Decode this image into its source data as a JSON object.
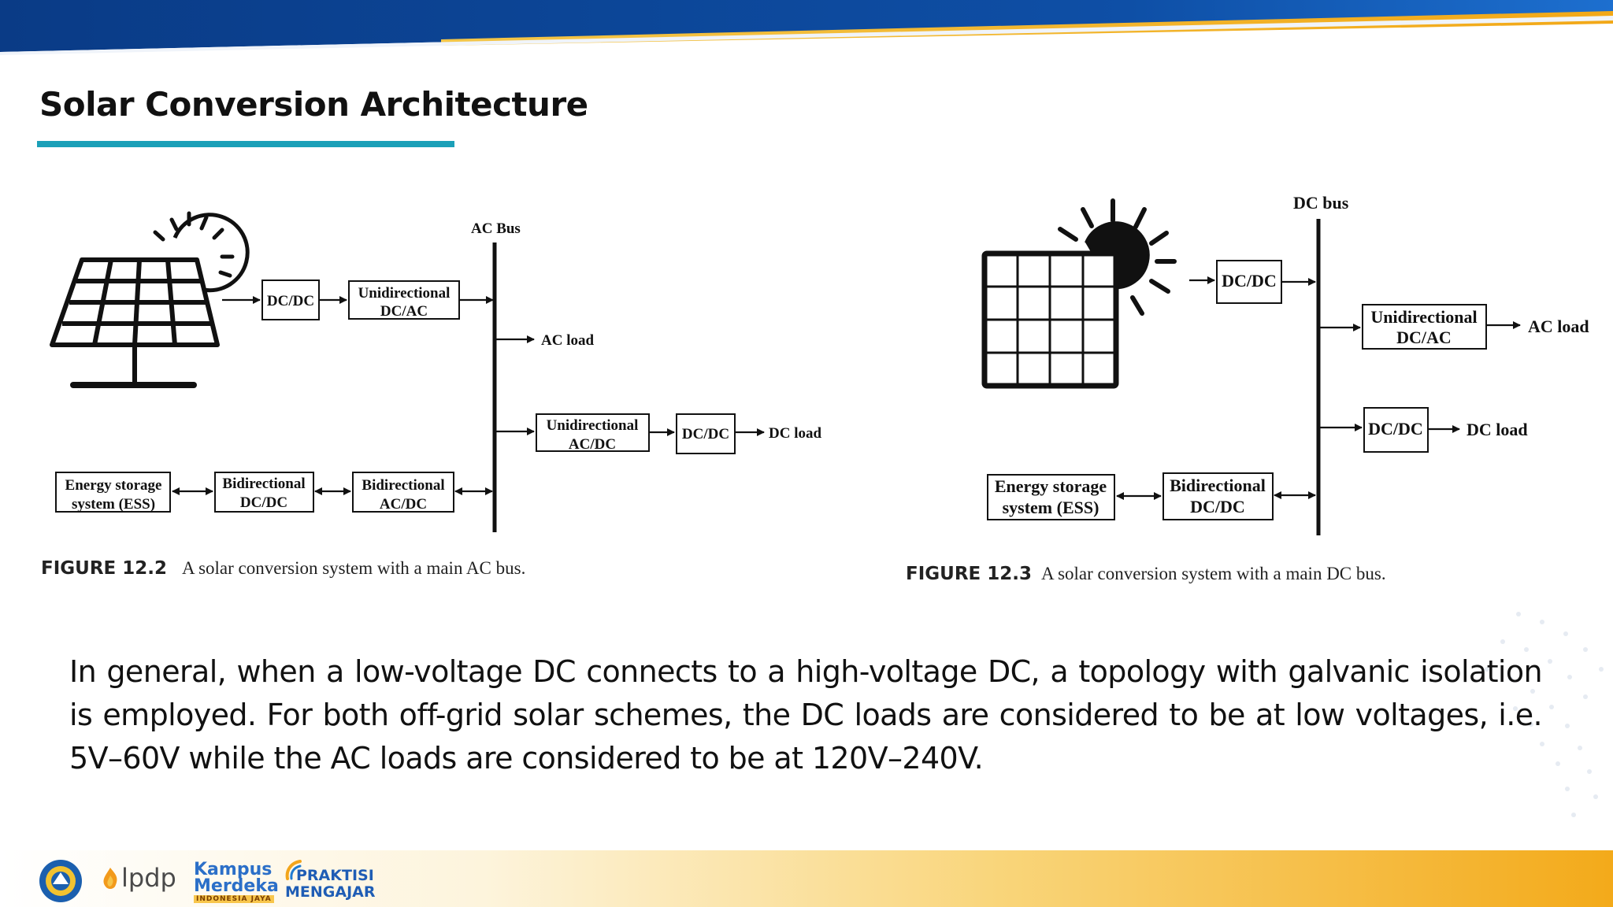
{
  "slide": {
    "title": "Solar Conversion Architecture",
    "body": "In general, when a low-voltage DC connects to a high-voltage DC, a topology with galvanic isolation is employed. For both off-grid solar schemes, the DC loads are considered to be at low voltages, i.e. 5V–60V while the AC loads are considered to be at 120V–240V."
  },
  "figure_ac": {
    "bus_label": "AC Bus",
    "dcdc_label": "DC/DC",
    "inverter_label": [
      "Unidirectional",
      "DC/AC"
    ],
    "ac_load_label": "AC load",
    "rectifier_label": [
      "Unidirectional",
      "AC/DC"
    ],
    "dcdc2_label": "DC/DC",
    "dc_load_label": "DC load",
    "ess_label": [
      "Energy storage",
      "system (ESS)"
    ],
    "bidir_dcdc_label": [
      "Bidirectional",
      "DC/DC"
    ],
    "bidir_acdc_label": [
      "Bidirectional",
      "AC/DC"
    ],
    "caption_number": "FIGURE 12.2",
    "caption_text": "A solar conversion system with a main AC bus."
  },
  "figure_dc": {
    "bus_label": "DC bus",
    "dcdc_label": "DC/DC",
    "inverter_label": [
      "Unidirectional",
      "DC/AC"
    ],
    "ac_load_label": "AC load",
    "dcdc2_label": "DC/DC",
    "dc_load_label": "DC load",
    "ess_label": [
      "Energy storage",
      "system (ESS)"
    ],
    "bidir_dcdc_label": [
      "Bidirectional",
      "DC/DC"
    ],
    "caption_number": "FIGURE 12.3",
    "caption_text": "A solar conversion system with a main DC bus."
  },
  "footer": {
    "logos": [
      "kemdikbud-emblem",
      "lpdp",
      "kampus-merdeka",
      "praktisi-mengajar"
    ],
    "lpdp_text": "lpdp",
    "kampus_text": [
      "Kampus",
      "Merdeka"
    ],
    "kampus_tag": "INDONESIA JAYA",
    "praktisi_text": [
      "PRAKTISI",
      "MENGAJAR"
    ]
  },
  "colors": {
    "accent_teal": "#1ba0b8",
    "band_blue": "#0c3f8c",
    "band_yellow": "#f5b41c"
  }
}
